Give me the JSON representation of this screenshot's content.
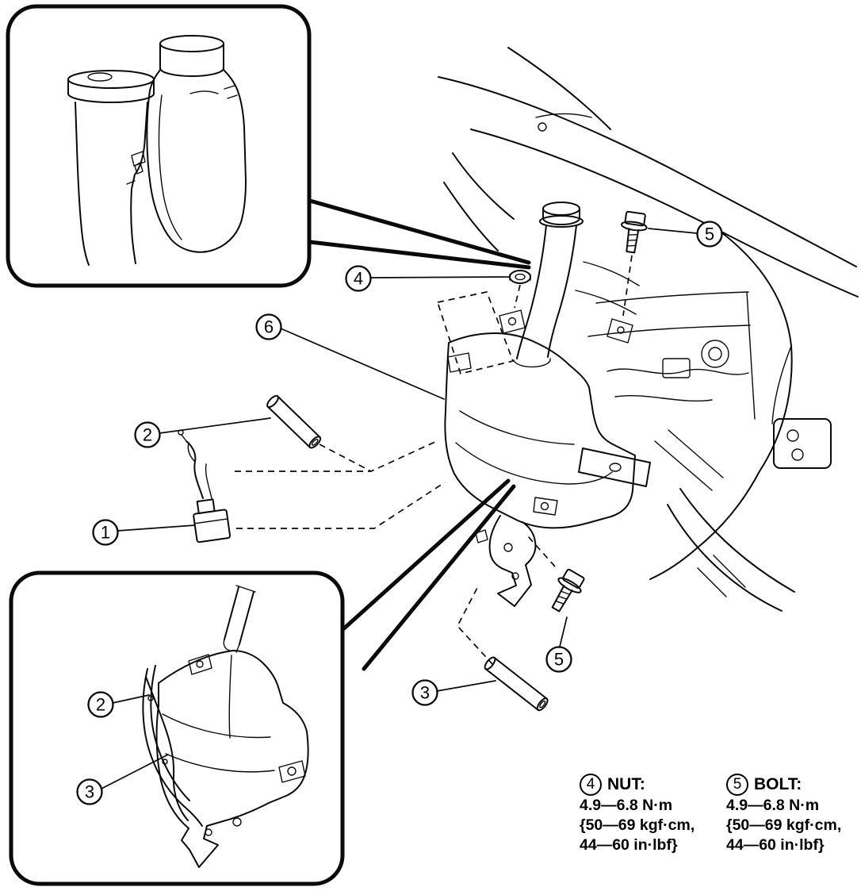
{
  "diagram": {
    "callouts": [
      {
        "label": "1"
      },
      {
        "label": "2"
      },
      {
        "label": "3"
      },
      {
        "label": "4"
      },
      {
        "label": "5"
      },
      {
        "label": "5"
      },
      {
        "label": "6"
      },
      {
        "label": "2"
      },
      {
        "label": "3"
      }
    ],
    "torque_specs": [
      {
        "ref": "4",
        "title": "NUT:",
        "lines": [
          "4.9—6.8 N·m",
          "{50—69 kgf·cm,",
          "44—60 in·lbf}"
        ]
      },
      {
        "ref": "5",
        "title": "BOLT:",
        "lines": [
          "4.9—6.8 N·m",
          "{50—69 kgf·cm,",
          "44—60 in·lbf}"
        ]
      }
    ]
  }
}
